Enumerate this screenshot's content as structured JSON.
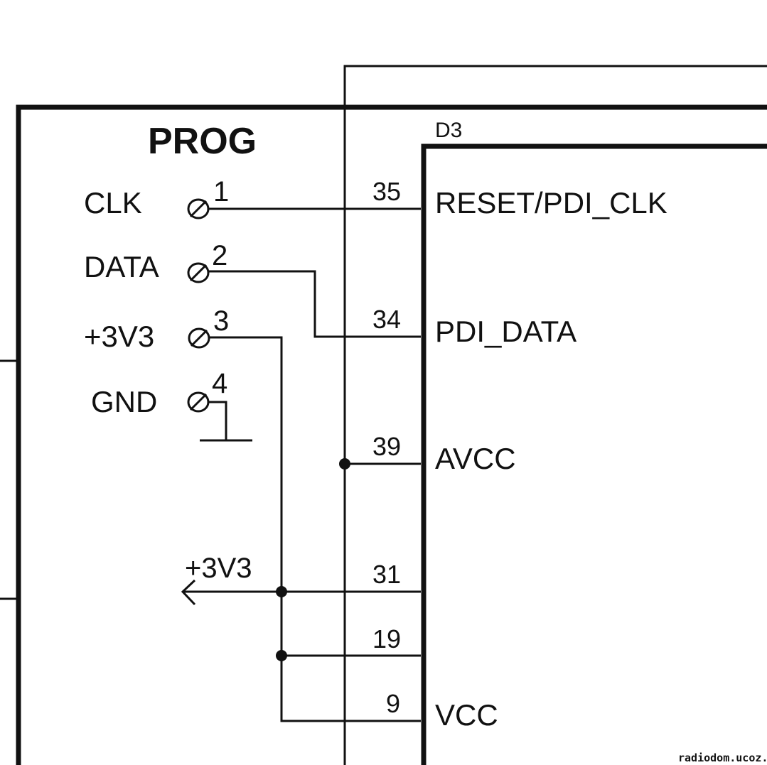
{
  "connector": {
    "title": "PROG",
    "pins": [
      {
        "number": "1",
        "label": "CLK"
      },
      {
        "number": "2",
        "label": "DATA"
      },
      {
        "number": "3",
        "label": "+3V3"
      },
      {
        "number": "4",
        "label": "GND"
      }
    ]
  },
  "ic": {
    "designator": "D3",
    "pins": [
      {
        "number": "35",
        "name": "RESET/PDI_CLK"
      },
      {
        "number": "34",
        "name": "PDI_DATA"
      },
      {
        "number": "39",
        "name": "AVCC"
      },
      {
        "number": "31",
        "name": ""
      },
      {
        "number": "19",
        "name": ""
      },
      {
        "number": "9",
        "name": "VCC"
      }
    ]
  },
  "power_port": {
    "label": "+3V3"
  },
  "watermark": "radiodom.ucoz.ru"
}
